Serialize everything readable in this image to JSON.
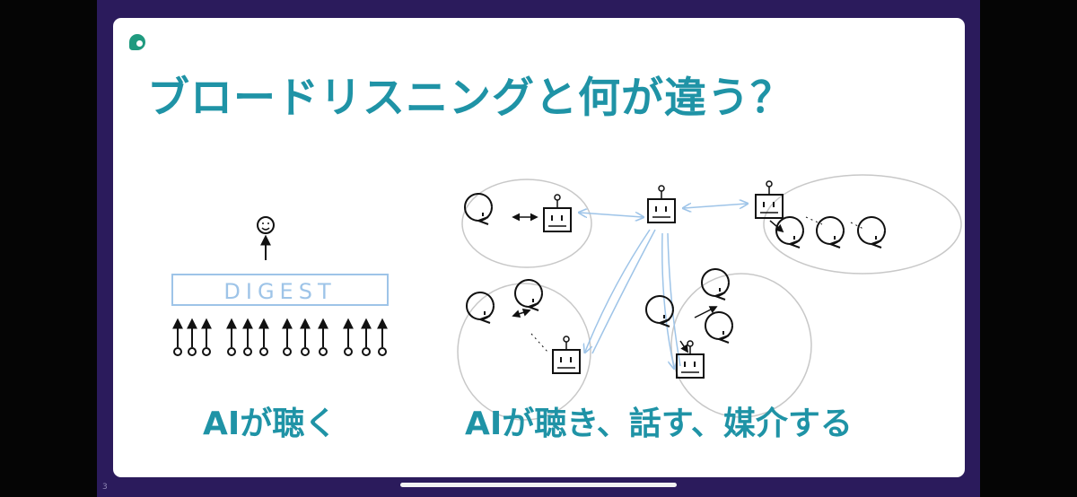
{
  "slide": {
    "title": "ブロードリスニングと何が違う？",
    "digest_label": "DIGEST",
    "caption_left": "AIが聴く",
    "caption_right": "AIが聴き、話す、媒介する",
    "page_number": "3"
  },
  "colors": {
    "frame": "#2b1b5c",
    "accent": "#1f93a6",
    "logo": "#1f9a7f",
    "sketch_line": "#111111",
    "link_line": "#9ec4e8"
  },
  "icons": [
    "smiley-face-icon",
    "person-face-icon",
    "robot-icon",
    "arrow-icon"
  ]
}
